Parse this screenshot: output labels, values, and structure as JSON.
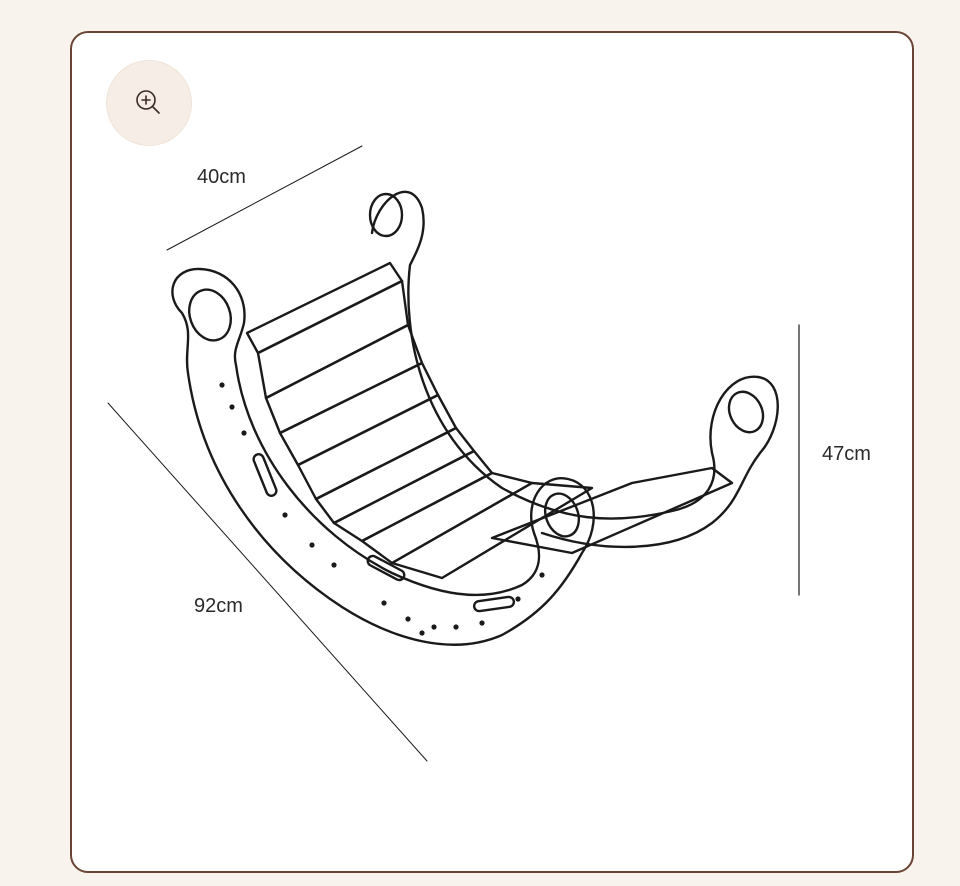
{
  "toolbar": {
    "zoom_icon": "zoom-in-icon"
  },
  "dimensions": {
    "width": "40cm",
    "length": "92cm",
    "height": "47cm"
  },
  "colors": {
    "page_background": "#f8f4ed",
    "card_border": "#6b4336",
    "zoom_button_background": "#f6eee6",
    "line_art": "#1a1a1a"
  }
}
